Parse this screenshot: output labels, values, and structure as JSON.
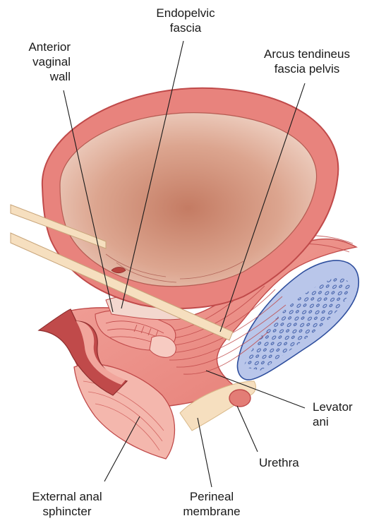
{
  "labels": {
    "endopelvic_fascia": [
      "Endopelvic",
      "fascia"
    ],
    "anterior_vaginal_wall": [
      "Anterior",
      "vaginal",
      "wall"
    ],
    "arcus_tendineus": [
      "Arcus tendineus",
      "fascia pelvis"
    ],
    "levator_ani": [
      "Levator",
      "ani"
    ],
    "urethra": [
      "Urethra"
    ],
    "external_anal_sphincter": [
      "External anal",
      "sphincter"
    ],
    "perineal_membrane": [
      "Perineal",
      "membrane"
    ]
  },
  "colors": {
    "muscle": "#e8837d",
    "muscle_dark": "#c04a4a",
    "muscle_light": "#f4b7ad",
    "bowl_inner": "#e7b6a3",
    "bowl_center": "#c9826a",
    "fascia": "#f6dfbf",
    "bone": "#b9c6ea",
    "bone_dark": "#2f4f9e",
    "leader": "#1a1a1a"
  }
}
